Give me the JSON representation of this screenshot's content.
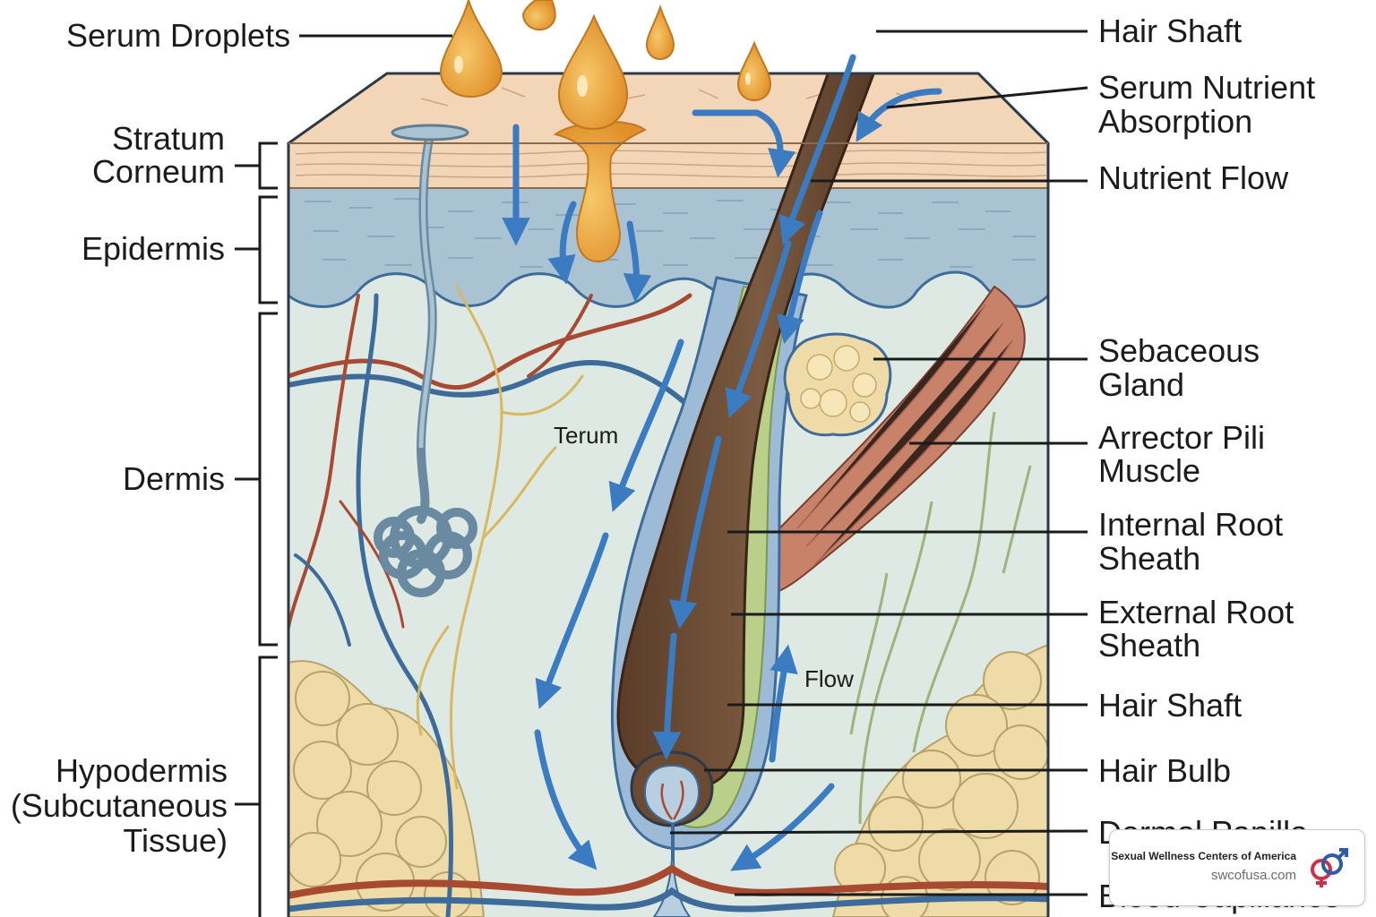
{
  "labels_left": {
    "serum_droplets": "Serum Droplets",
    "stratum_line1": "Stratum",
    "stratum_line2": "Corneum",
    "epidermis": "Epidermis",
    "dermis": "Dermis",
    "hypodermis_line1": "Hypodermis",
    "hypodermis_line2": "(Subcutaneous",
    "hypodermis_line3": "Tissue)"
  },
  "labels_right": {
    "hair_shaft_top": "Hair Shaft",
    "serum_absorption_line1": "Serum Nutrient",
    "serum_absorption_line2": "Absorption",
    "nutrient_flow": "Nutrient Flow",
    "sebaceous_line1": "Sebaceous",
    "sebaceous_line2": "Gland",
    "arrector_line1": "Arrector Pili",
    "arrector_line2": "Muscle",
    "irs_line1": "Internal Root",
    "irs_line2": "Sheath",
    "ers_line1": "External Root",
    "ers_line2": "Sheath",
    "hair_shaft_lower": "Hair Shaft",
    "hair_bulb": "Hair Bulb",
    "dermal_papilla": "Dermal Papilla",
    "blood_capillaries": "Blood Capillaries"
  },
  "inline_labels": {
    "terum": "Terum",
    "flow": "Flow"
  },
  "watermark": {
    "name": "Sexual Wellness Centers of America",
    "url": "swcofusa.com"
  },
  "colors": {
    "stratum": "#f3d6b8",
    "epidermis": "#a9c3d3",
    "dermis": "#dde9e2",
    "fat": "#efdba8",
    "hair": "#6b4a33",
    "droplet": "#f0a83a",
    "arrow": "#3a7bc2",
    "irs": "#b9cf8a",
    "ers": "#9dbbd6"
  }
}
